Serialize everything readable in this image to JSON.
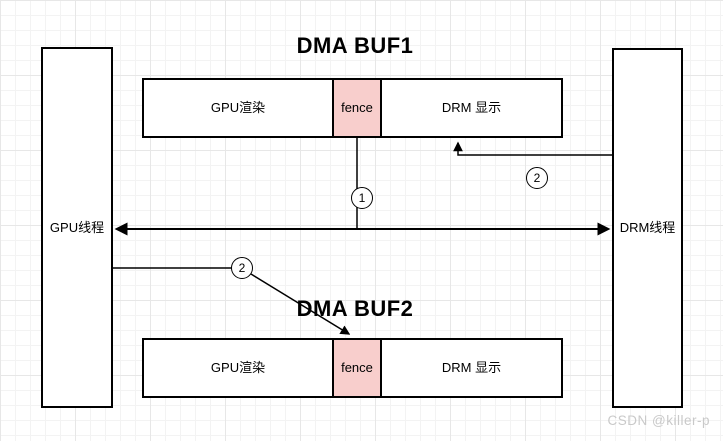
{
  "diagram": {
    "titles": {
      "buf1": "DMA BUF1",
      "buf2": "DMA BUF2"
    },
    "threads": {
      "gpu": "GPU线程",
      "drm": "DRM线程"
    },
    "buf1": {
      "gpu_render": "GPU渲染",
      "fence": "fence",
      "drm_display": "DRM 显示"
    },
    "buf2": {
      "gpu_render": "GPU渲染",
      "fence": "fence",
      "drm_display": "DRM 显示"
    },
    "steps": {
      "step1": "1",
      "step2_top": "2",
      "step2_bottom": "2"
    },
    "colors": {
      "fence_fill": "#f8cecc",
      "stroke": "#000000",
      "grid_minor": "#f3f3f3",
      "grid_major": "#e7e7e7",
      "watermark_text": "#c9c9c9"
    },
    "watermark": "CSDN @killer-p"
  }
}
